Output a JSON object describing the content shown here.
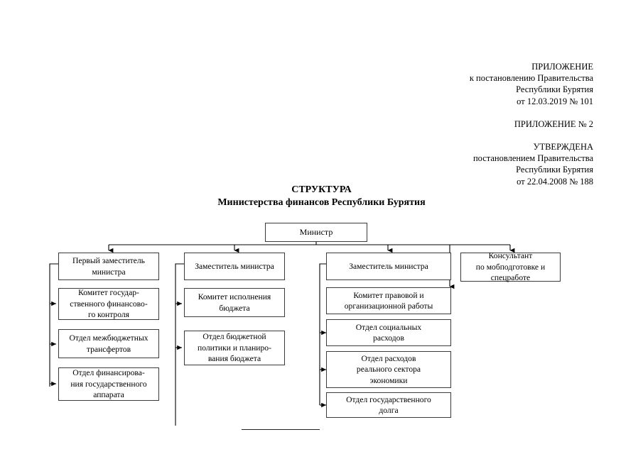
{
  "header": {
    "lines_block_1": [
      "ПРИЛОЖЕНИЕ",
      "к постановлению Правительства",
      "Республики Бурятия",
      "от 12.03.2019 № 101"
    ],
    "lines_block_2": [
      "ПРИЛОЖЕНИЕ № 2"
    ],
    "lines_block_3": [
      "УТВЕРЖДЕНА",
      "постановлением Правительства",
      "Республики Бурятия",
      "от 22.04.2008 № 188"
    ]
  },
  "title": {
    "line1": "СТРУКТУРА",
    "line2": "Министерства финансов Республики Бурятия"
  },
  "chart_data": {
    "type": "diagram",
    "title": "СТРУКТУРА Министерства финансов Республики Бурятия",
    "root": "Министр",
    "nodes": [
      {
        "id": "minister",
        "label": "Министр",
        "level": 0
      },
      {
        "id": "first-deputy",
        "label": "Первый заместитель\nминистра",
        "level": 1
      },
      {
        "id": "deputy-2",
        "label": "Заместитель министра",
        "level": 1
      },
      {
        "id": "deputy-3",
        "label": "Заместитель министра",
        "level": 1
      },
      {
        "id": "consultant",
        "label": "Консультант\nпо мобподготовке и\nспецработе",
        "level": 1
      },
      {
        "id": "committee-financial-control",
        "label": "Комитет государ-\nственного финансово-\nго контроля",
        "level": 2,
        "parent": "first-deputy"
      },
      {
        "id": "dept-interbudget-transfers",
        "label": "Отдел межбюджетных\nтрансфертов",
        "level": 2,
        "parent": "first-deputy"
      },
      {
        "id": "dept-state-apparatus-financing",
        "label": "Отдел финансирова-\nния государственного\nаппарата",
        "level": 2,
        "parent": "first-deputy"
      },
      {
        "id": "committee-budget-execution",
        "label": "Комитет исполнения\nбюджета",
        "level": 2,
        "parent": "deputy-2"
      },
      {
        "id": "dept-budget-policy-planning",
        "label": "Отдел бюджетной\nполитики и планиро-\nвания бюджета",
        "level": 2,
        "parent": "deputy-2"
      },
      {
        "id": "committee-legal-organizational",
        "label": "Комитет правовой и\nорганизационной работы",
        "level": 2,
        "parent": "deputy-3"
      },
      {
        "id": "dept-social-expenses",
        "label": "Отдел социальных\nрасходов",
        "level": 2,
        "parent": "deputy-3"
      },
      {
        "id": "dept-real-sector-expenses",
        "label": "Отдел расходов\nреального сектора\nэкономики",
        "level": 2,
        "parent": "deputy-3"
      },
      {
        "id": "dept-state-debt",
        "label": "Отдел государственного\nдолга",
        "level": 2,
        "parent": "deputy-3"
      }
    ],
    "edges": [
      {
        "from": "minister",
        "to": "first-deputy"
      },
      {
        "from": "minister",
        "to": "deputy-2"
      },
      {
        "from": "minister",
        "to": "deputy-3"
      },
      {
        "from": "minister",
        "to": "consultant"
      },
      {
        "from": "minister",
        "to": "committee-legal-organizational"
      },
      {
        "from": "first-deputy",
        "to": "committee-financial-control"
      },
      {
        "from": "first-deputy",
        "to": "dept-interbudget-transfers"
      },
      {
        "from": "first-deputy",
        "to": "dept-state-apparatus-financing"
      },
      {
        "from": "deputy-2",
        "to": "committee-budget-execution"
      },
      {
        "from": "deputy-2",
        "to": "dept-budget-policy-planning"
      },
      {
        "from": "deputy-3",
        "to": "dept-social-expenses"
      },
      {
        "from": "deputy-3",
        "to": "dept-real-sector-expenses"
      },
      {
        "from": "deputy-3",
        "to": "dept-state-debt"
      }
    ],
    "colors": {
      "box_border": "#3a3a3a",
      "connector": "#000000",
      "background": "#ffffff"
    }
  }
}
